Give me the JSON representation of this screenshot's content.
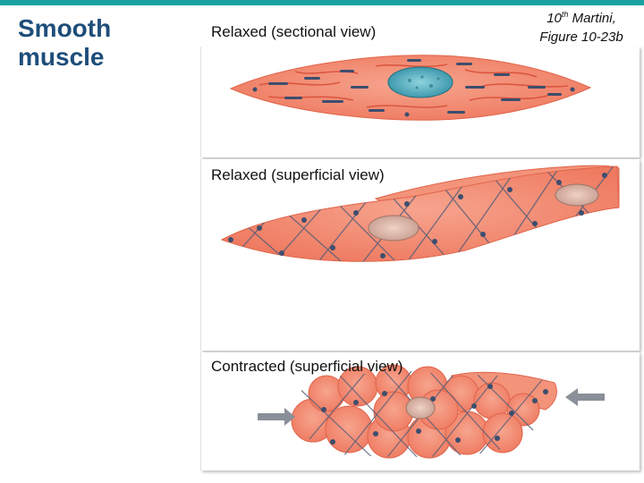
{
  "header": {
    "title": "Smooth muscle",
    "citation_ordinal": "10",
    "citation_sup": "th",
    "citation_line1_rest": " Martini,",
    "citation_line2": "Figure 10-23b"
  },
  "panels": [
    {
      "label": "Relaxed (sectional view)"
    },
    {
      "label": "Relaxed (superficial view)"
    },
    {
      "label": "Contracted (superficial view)"
    }
  ],
  "colors": {
    "accent_bar": "#17a2a0",
    "title": "#1e4e7a",
    "cell_fill": "#f0826a",
    "cell_dark": "#d9513a",
    "filament": "#3d4e6e",
    "nucleus_sectional": "#4da7b8",
    "nucleus_superficial": "#d8b3a6",
    "arrow": "#8a8f99"
  }
}
